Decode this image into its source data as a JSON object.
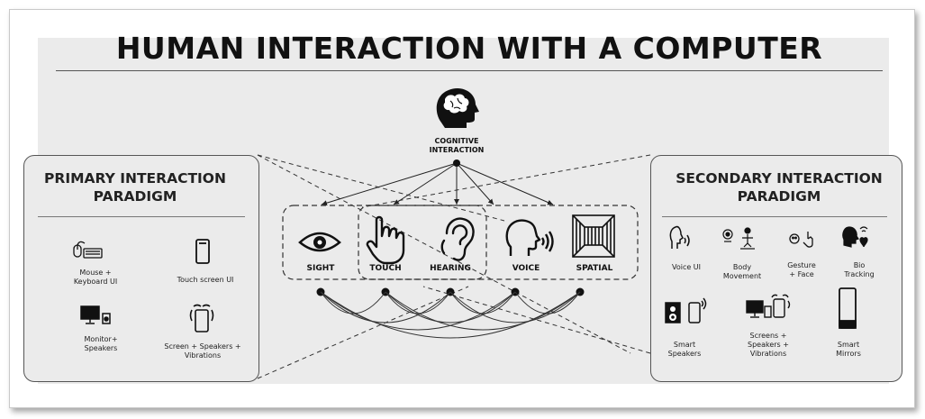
{
  "title": "HUMAN INTERACTION WITH A COMPUTER",
  "cognitive": {
    "line1": "COGNITIVE",
    "line2": "INTERACTION"
  },
  "modalities": [
    {
      "label": "SIGHT",
      "icon": "eye-icon"
    },
    {
      "label": "TOUCH",
      "icon": "pointing-hand-icon"
    },
    {
      "label": "HEARING",
      "icon": "ear-icon"
    },
    {
      "label": "VOICE",
      "icon": "speaking-head-icon"
    },
    {
      "label": "SPATIAL",
      "icon": "spatial-room-icon"
    }
  ],
  "primary": {
    "title_line1": "PRIMARY INTERACTION",
    "title_line2": "PARADIGM",
    "items": [
      {
        "line1": "Mouse +",
        "line2": "Keyboard UI",
        "icon": "mouse-keyboard-icon"
      },
      {
        "line1": "Touch screen UI",
        "line2": "",
        "icon": "smartphone-icon"
      },
      {
        "line1": "Monitor+",
        "line2": "Speakers",
        "icon": "monitor-speaker-icon"
      },
      {
        "line1": "Screen + Speakers +",
        "line2": "Vibrations",
        "icon": "vibrating-phone-icon"
      }
    ]
  },
  "secondary": {
    "title_line1": "SECONDARY INTERACTION",
    "title_line2": "PARADIGM",
    "items": [
      {
        "line1": "Voice UI",
        "line2": "",
        "line3": "",
        "icon": "voice-head-icon"
      },
      {
        "line1": "Body",
        "line2": "Movement",
        "line3": "",
        "icon": "body-movement-icon"
      },
      {
        "line1": "Gesture",
        "line2": "+ Face",
        "line3": "",
        "icon": "gesture-face-icon"
      },
      {
        "line1": "Bio",
        "line2": "Tracking",
        "line3": "",
        "icon": "bio-tracking-icon"
      },
      {
        "line1": "Smart",
        "line2": "Speakers",
        "line3": "",
        "icon": "smart-speaker-icon"
      },
      {
        "line1": "Screens +",
        "line2": "Speakers +",
        "line3": "Vibrations",
        "icon": "screens-speakers-icon"
      },
      {
        "line1": "Smart",
        "line2": "Mirrors",
        "line3": "",
        "icon": "smart-mirror-icon"
      }
    ]
  },
  "colors": {
    "background": "#ebebeb",
    "ink": "#111111",
    "line": "#333333"
  }
}
